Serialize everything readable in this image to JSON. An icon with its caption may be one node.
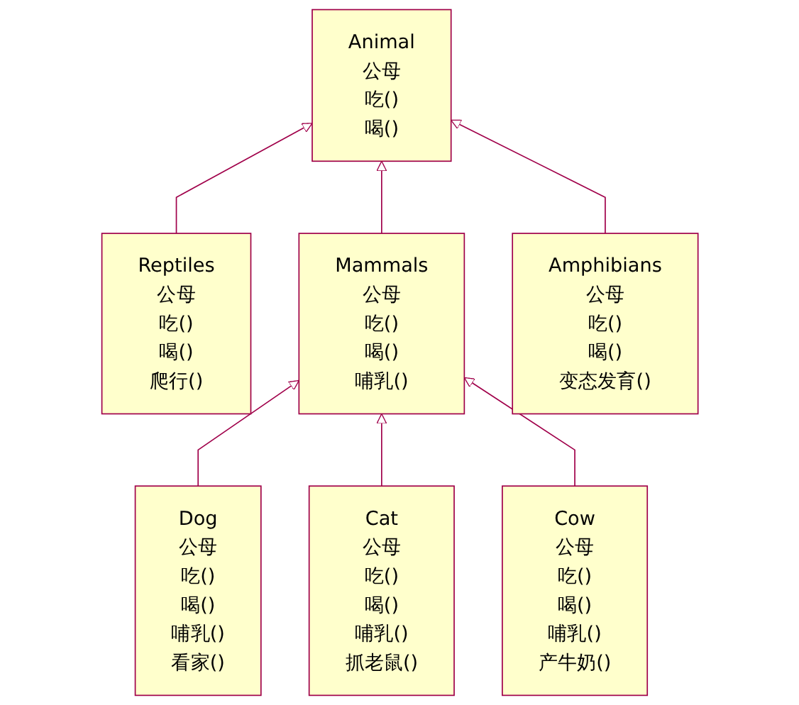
{
  "diagram": {
    "nodes": [
      {
        "text": [
          "Animal",
          "公母",
          "吃()",
          "喝()"
        ]
      },
      {
        "text": [
          "Reptiles",
          "公母",
          "吃()",
          "喝()",
          "爬行()"
        ]
      },
      {
        "text": [
          "Mammals",
          "公母",
          "吃()",
          "喝()",
          "哺乳()"
        ]
      },
      {
        "text": [
          "Amphibians",
          "公母",
          "吃()",
          "喝()",
          "变态发育()"
        ]
      },
      {
        "text": [
          "Dog",
          "公母",
          "吃()",
          "喝()",
          "哺乳()",
          "看家()"
        ]
      },
      {
        "text": [
          "Cat",
          "公母",
          "吃()",
          "喝()",
          "哺乳()",
          "抓老鼠()"
        ]
      },
      {
        "text": [
          "Cow",
          "公母",
          "吃()",
          "喝()",
          "哺乳()",
          "产牛奶()"
        ]
      }
    ],
    "edges": [
      {
        "from": 1,
        "to": 0,
        "arrow": "to"
      },
      {
        "from": 2,
        "to": 0,
        "arrow": "to"
      },
      {
        "from": 3,
        "to": 0,
        "arrow": "to"
      },
      {
        "from": 4,
        "to": 2,
        "arrow": "to"
      },
      {
        "from": 5,
        "to": 2,
        "arrow": "to"
      },
      {
        "from": 6,
        "to": 2,
        "arrow": "to"
      }
    ]
  }
}
